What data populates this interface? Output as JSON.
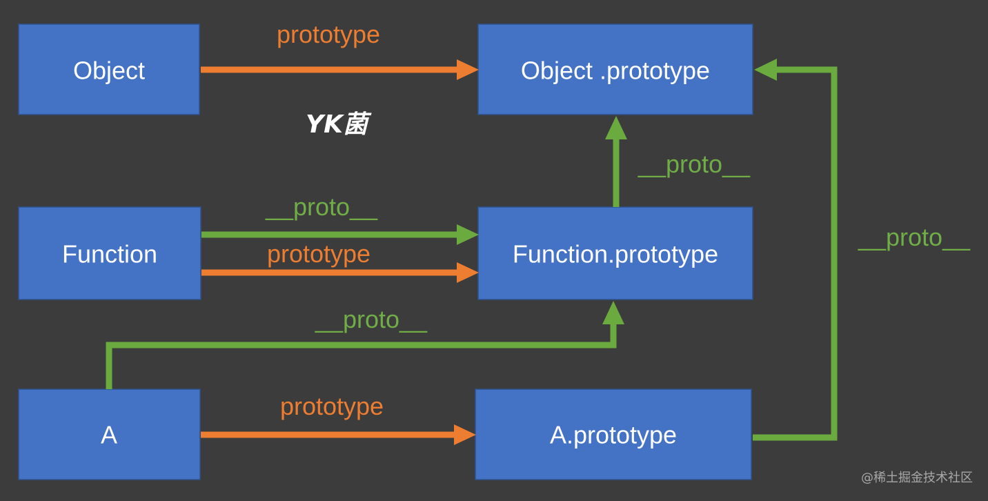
{
  "boxes": {
    "object": "Object",
    "object_prototype": "Object .prototype",
    "function": "Function",
    "function_prototype": "Function.prototype",
    "a": "A",
    "a_prototype": "A.prototype"
  },
  "labels": {
    "object_to_object_prototype": "prototype",
    "function_proto": "__proto__",
    "function_prototype": "prototype",
    "function_prototype_to_object_prototype": "__proto__",
    "a_to_function_prototype": "__proto__",
    "a_to_a_prototype": "prototype",
    "a_prototype_to_object_prototype": "__proto__"
  },
  "signature": "YK菌",
  "watermark": "@稀土掘金技术社区",
  "colors": {
    "background": "#3c3c3c",
    "box": "#4472c4",
    "prototype_arrow": "#ed7d31",
    "proto_arrow": "#6aaa3f",
    "box_text": "#ffffff"
  }
}
